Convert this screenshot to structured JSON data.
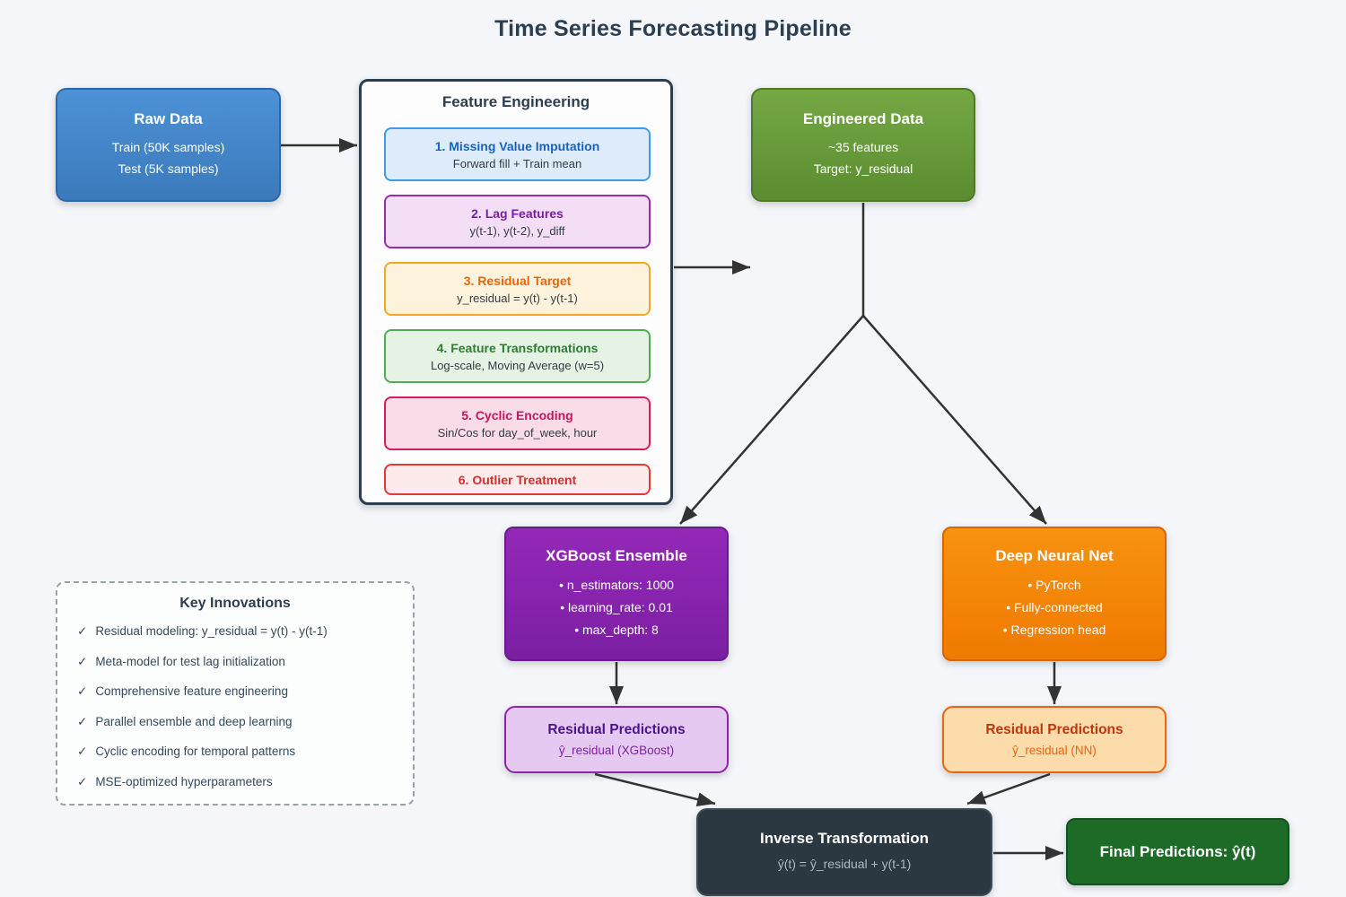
{
  "title": "Time Series Forecasting Pipeline",
  "colors": {
    "background": "#f4f6f9",
    "heading_text": "#2c3e50",
    "arrow": "#333333",
    "raw_data_fill": "#3f80c2",
    "engineered_fill": "#689a3a",
    "xgboost_fill": "#8e24aa",
    "dnn_fill": "#f18607",
    "residual_xgb_fill": "#e6c9f0",
    "residual_nn_fill": "#fddcab",
    "inverse_fill": "#2b3842",
    "final_fill": "#1e6b28",
    "step1_accent": "#1565c0",
    "step2_accent": "#7b1fa2",
    "step3_accent": "#e8650e",
    "step4_accent": "#2e7d32",
    "step5_accent": "#c2185b",
    "step6_accent": "#d32f2f"
  },
  "raw_data": {
    "title": "Raw Data",
    "line1": "Train (50K samples)",
    "line2": "Test (5K samples)"
  },
  "feature_engineering": {
    "title": "Feature Engineering",
    "steps": [
      {
        "label": "1. Missing Value Imputation",
        "detail": "Forward fill + Train mean"
      },
      {
        "label": "2. Lag Features",
        "detail": "y(t-1), y(t-2), y_diff"
      },
      {
        "label": "3. Residual Target",
        "detail": "y_residual = y(t) - y(t-1)"
      },
      {
        "label": "4. Feature Transformations",
        "detail": "Log-scale, Moving Average (w=5)"
      },
      {
        "label": "5. Cyclic Encoding",
        "detail": "Sin/Cos for day_of_week, hour"
      },
      {
        "label": "6. Outlier Treatment"
      }
    ]
  },
  "engineered_data": {
    "title": "Engineered Data",
    "line1": "~35 features",
    "line2": "Target: y_residual"
  },
  "xgboost": {
    "title": "XGBoost Ensemble",
    "bullets": [
      "• n_estimators: 1000",
      "• learning_rate: 0.01",
      "• max_depth: 8"
    ]
  },
  "dnn": {
    "title": "Deep Neural Net",
    "bullets": [
      "• PyTorch",
      "• Fully-connected",
      "• Regression head"
    ]
  },
  "residual_xgb": {
    "title": "Residual Predictions",
    "subtitle": "ŷ_residual (XGBoost)"
  },
  "residual_nn": {
    "title": "Residual Predictions",
    "subtitle": "ŷ_residual (NN)"
  },
  "inverse_transformation": {
    "title": "Inverse Transformation",
    "subtitle": "ŷ(t) = ŷ_residual + y(t-1)"
  },
  "final_predictions": {
    "title": "Final Predictions: ŷ(t)"
  },
  "key_innovations": {
    "title": "Key Innovations",
    "check": "✓",
    "items": [
      "Residual modeling: y_residual = y(t) - y(t-1)",
      "Meta-model for test lag initialization",
      "Comprehensive feature engineering",
      "Parallel ensemble and deep learning",
      "Cyclic encoding for temporal patterns",
      "MSE-optimized hyperparameters"
    ]
  }
}
